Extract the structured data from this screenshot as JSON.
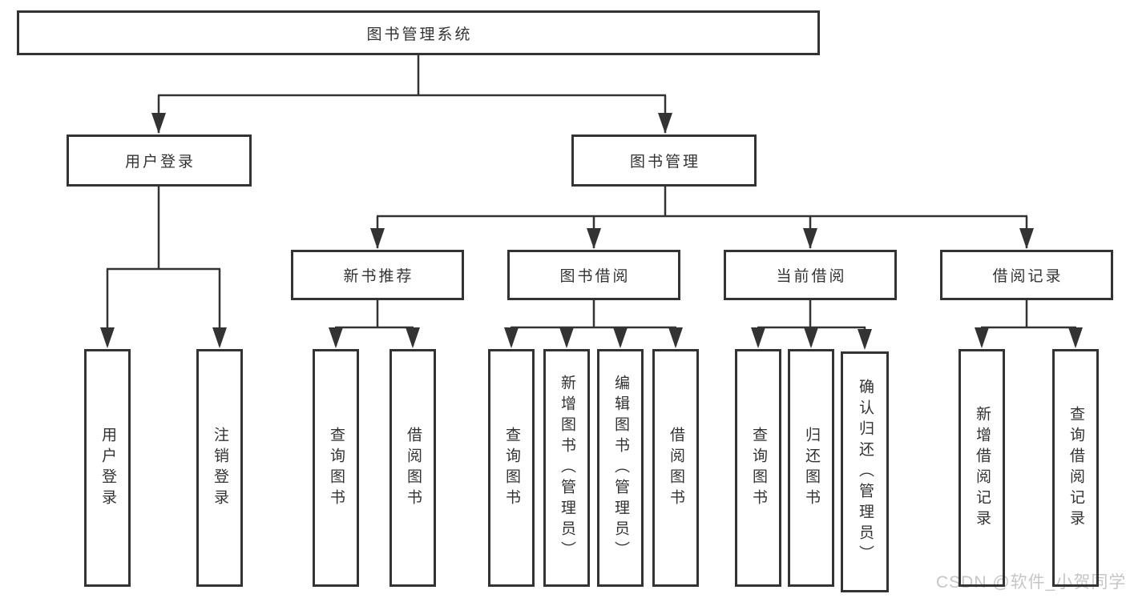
{
  "diagram": {
    "root": {
      "label": "图书管理系统"
    },
    "branches": [
      {
        "label": "用户登录"
      },
      {
        "label": "图书管理"
      }
    ],
    "modules": [
      {
        "label": "新书推荐"
      },
      {
        "label": "图书借阅"
      },
      {
        "label": "当前借阅"
      },
      {
        "label": "借阅记录"
      }
    ],
    "leaves": {
      "login": [
        {
          "label": "用户登录"
        },
        {
          "label": "注销登录"
        }
      ],
      "recommend": [
        {
          "label": "查询图书"
        },
        {
          "label": "借阅图书"
        }
      ],
      "borrow": [
        {
          "label": "查询图书"
        },
        {
          "label": "新增图书（管理员）"
        },
        {
          "label": "编辑图书（管理员）"
        },
        {
          "label": "借阅图书"
        }
      ],
      "current": [
        {
          "label": "查询图书"
        },
        {
          "label": "归还图书"
        },
        {
          "label": "确认归还（管理员）"
        }
      ],
      "records": [
        {
          "label": "新增借阅记录"
        },
        {
          "label": "查询借阅记录"
        }
      ]
    }
  },
  "watermark": {
    "text": "CSDN @软件_小贺同学"
  },
  "colors": {
    "line": "#333333",
    "text": "#333333",
    "box_background": "#ffffff",
    "watermark": "#c6c6c6",
    "page_background": "#ffffff"
  }
}
